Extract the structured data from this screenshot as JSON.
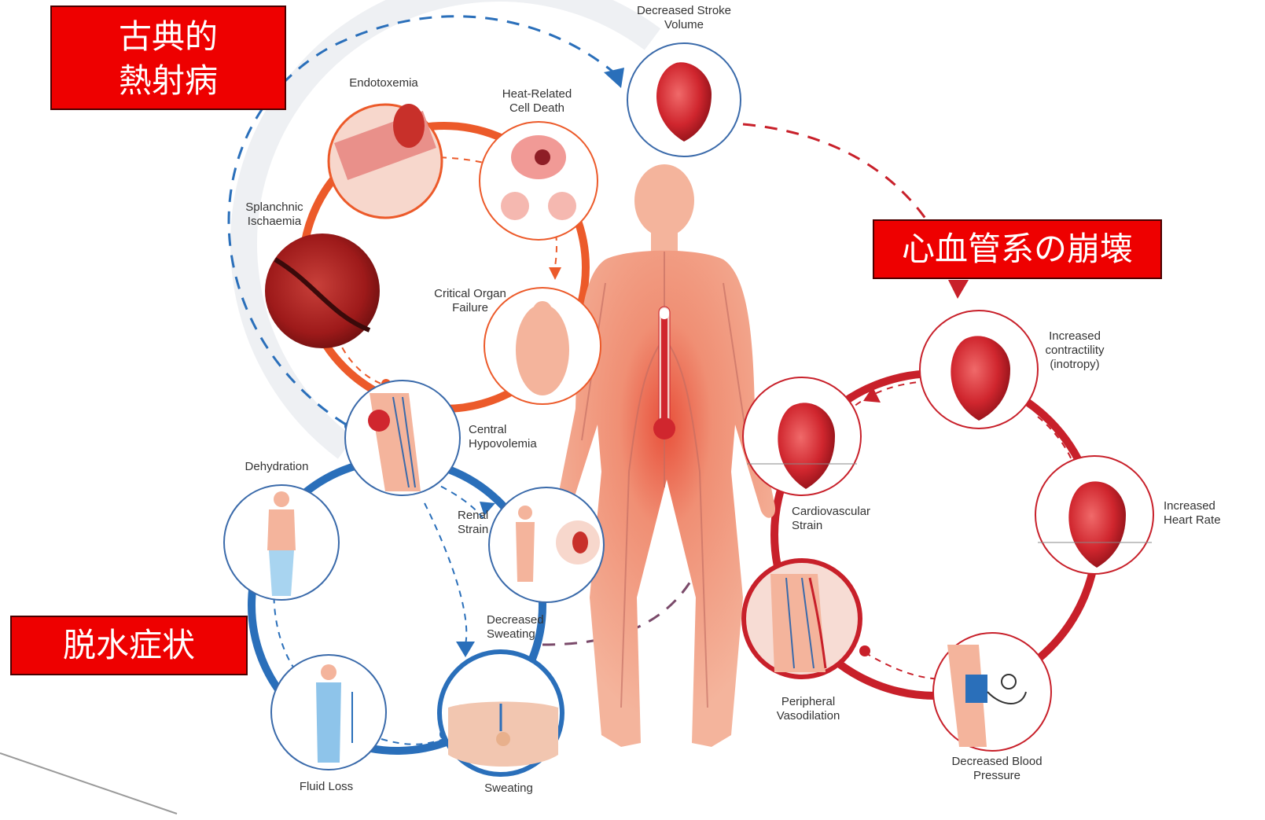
{
  "callouts": {
    "classic_heatstroke": "古典的\n熱射病",
    "cardiovascular_collapse": "心血管系の崩壊",
    "dehydration_symptoms": "脱水症状"
  },
  "nodes": {
    "decreased_stroke_volume": "Decreased Stroke\nVolume",
    "endotoxemia": "Endotoxemia",
    "heat_related_cell_death": "Heat-Related\nCell Death",
    "splanchnic_ischaemia": "Splanchnic\nIschaemia",
    "critical_organ_failure": "Critical Organ\nFailure",
    "central_hypovolemia": "Central\nHypovolemia",
    "dehydration": "Dehydration",
    "renal_strain": "Renal\nStrain",
    "decreased_sweating": "Decreased\nSweating",
    "fluid_loss": "Fluid Loss",
    "sweating": "Sweating",
    "increased_contractility": "Increased\ncontractility\n(inotropy)",
    "cardiovascular_strain": "Cardiovascular\nStrain",
    "increased_heart_rate": "Increased\nHeart Rate",
    "peripheral_vasodilation": "Peripheral\nVasodilation",
    "decreased_blood_pressure": "Decreased Blood\nPressure"
  },
  "colors": {
    "classic_cycle": "#ec5a2a",
    "cardio_cycle": "#c8202a",
    "dehydration_cycle": "#2a6fba",
    "dashed_arrow_blue": "#2a6fba",
    "callout_fill": "#ee0000",
    "body_fill": "#f0a88a"
  }
}
